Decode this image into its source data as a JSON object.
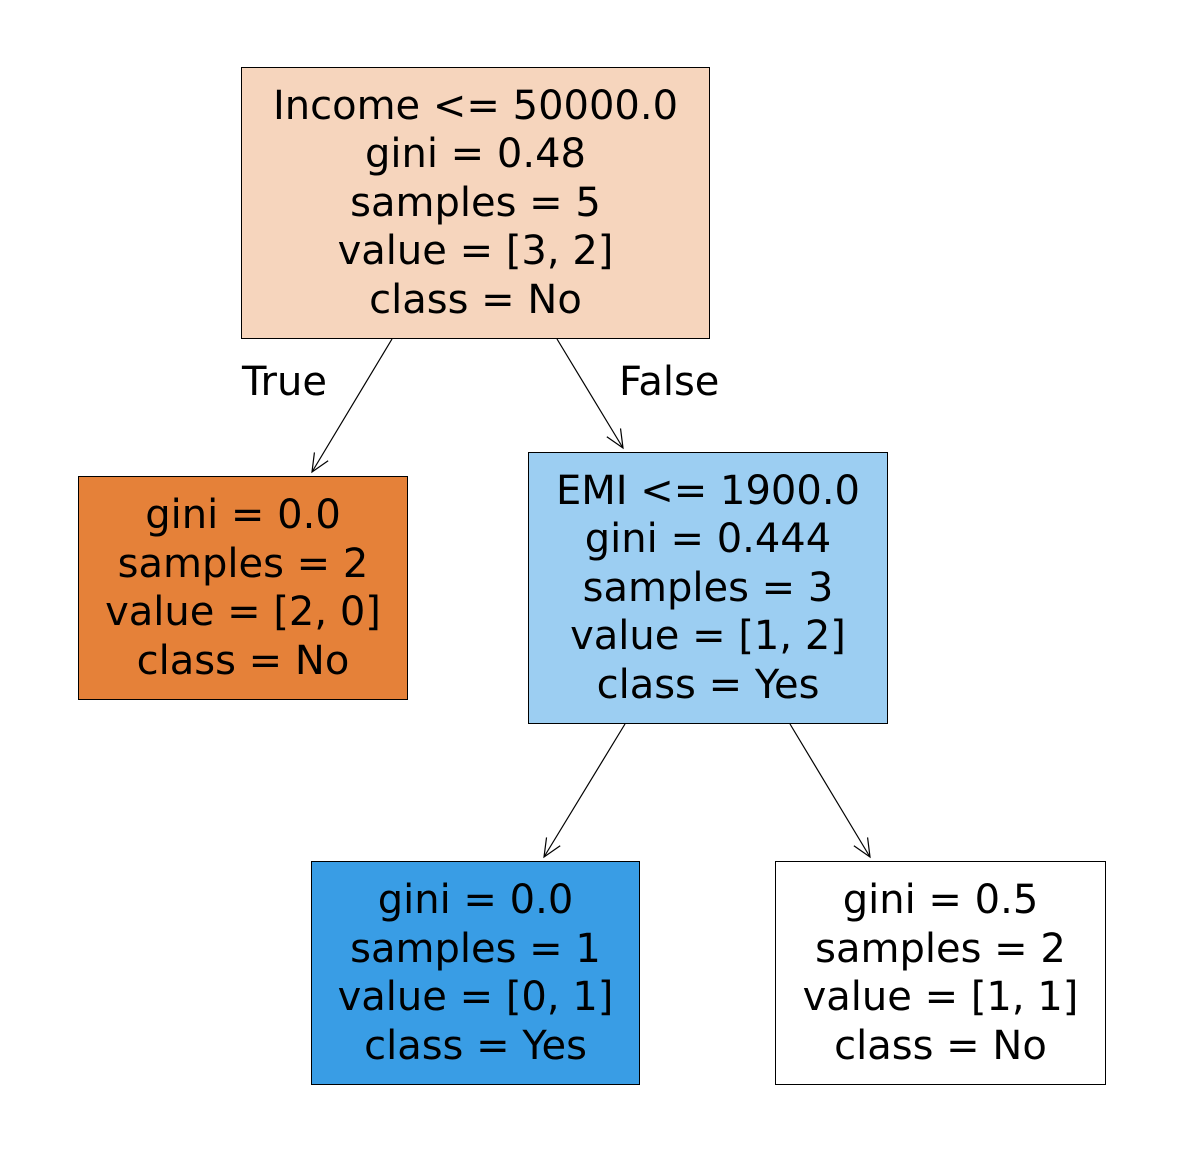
{
  "tree": {
    "edge_labels": {
      "true_label": "True",
      "false_label": "False"
    },
    "nodes": {
      "root": {
        "condition": "Income <= 50000.0",
        "gini": "gini = 0.48",
        "samples": "samples = 5",
        "value": "value = [3, 2]",
        "class": "class = No",
        "fill": "#f6d5bd"
      },
      "left": {
        "gini": "gini = 0.0",
        "samples": "samples = 2",
        "value": "value = [2, 0]",
        "class": "class = No",
        "fill": "#e58139"
      },
      "right": {
        "condition": "EMI <= 1900.0",
        "gini": "gini = 0.444",
        "samples": "samples = 3",
        "value": "value = [1, 2]",
        "class": "class = Yes",
        "fill": "#9ccef2"
      },
      "right_left": {
        "gini": "gini = 0.0",
        "samples": "samples = 1",
        "value": "value = [0, 1]",
        "class": "class = Yes",
        "fill": "#399de5"
      },
      "right_right": {
        "gini": "gini = 0.5",
        "samples": "samples = 2",
        "value": "value = [1, 1]",
        "class": "class = No",
        "fill": "#ffffff"
      }
    }
  }
}
